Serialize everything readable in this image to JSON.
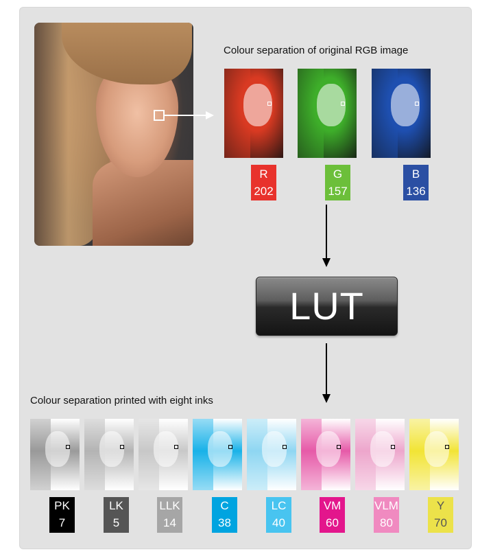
{
  "rgb_section": {
    "title": "Colour separation of original RGB image",
    "channels": [
      {
        "label": "R",
        "value": "202",
        "color": "#e8322c",
        "thumb": "#d93a22"
      },
      {
        "label": "G",
        "value": "157",
        "color": "#6cbf3a",
        "thumb": "#3eae2a"
      },
      {
        "label": "B",
        "value": "136",
        "color": "#2b4fa3",
        "thumb": "#1e4fb0"
      }
    ]
  },
  "lut": {
    "label": "LUT"
  },
  "ink_section": {
    "title": "Colour separation printed with eight inks",
    "inks": [
      {
        "label": "PK",
        "value": "7",
        "color": "#000000",
        "thumb": "#9a9a9a",
        "text": "#ffffff"
      },
      {
        "label": "LK",
        "value": "5",
        "color": "#555555",
        "thumb": "#b4b4b4",
        "text": "#ffffff"
      },
      {
        "label": "LLK",
        "value": "14",
        "color": "#a6a6a6",
        "thumb": "#c8c8c8",
        "text": "#ffffff"
      },
      {
        "label": "C",
        "value": "38",
        "color": "#00a4e0",
        "thumb": "#19b2e8",
        "text": "#ffffff"
      },
      {
        "label": "LC",
        "value": "40",
        "color": "#48c4f0",
        "thumb": "#8fd6f2",
        "text": "#ffffff"
      },
      {
        "label": "VM",
        "value": "60",
        "color": "#e3168c",
        "thumb": "#e65aa8",
        "text": "#ffffff"
      },
      {
        "label": "VLM",
        "value": "80",
        "color": "#f08ac0",
        "thumb": "#eda6cc",
        "text": "#ffffff"
      },
      {
        "label": "Y",
        "value": "70",
        "color": "#ece24a",
        "thumb": "#f2e436",
        "text": "#555555"
      }
    ]
  }
}
